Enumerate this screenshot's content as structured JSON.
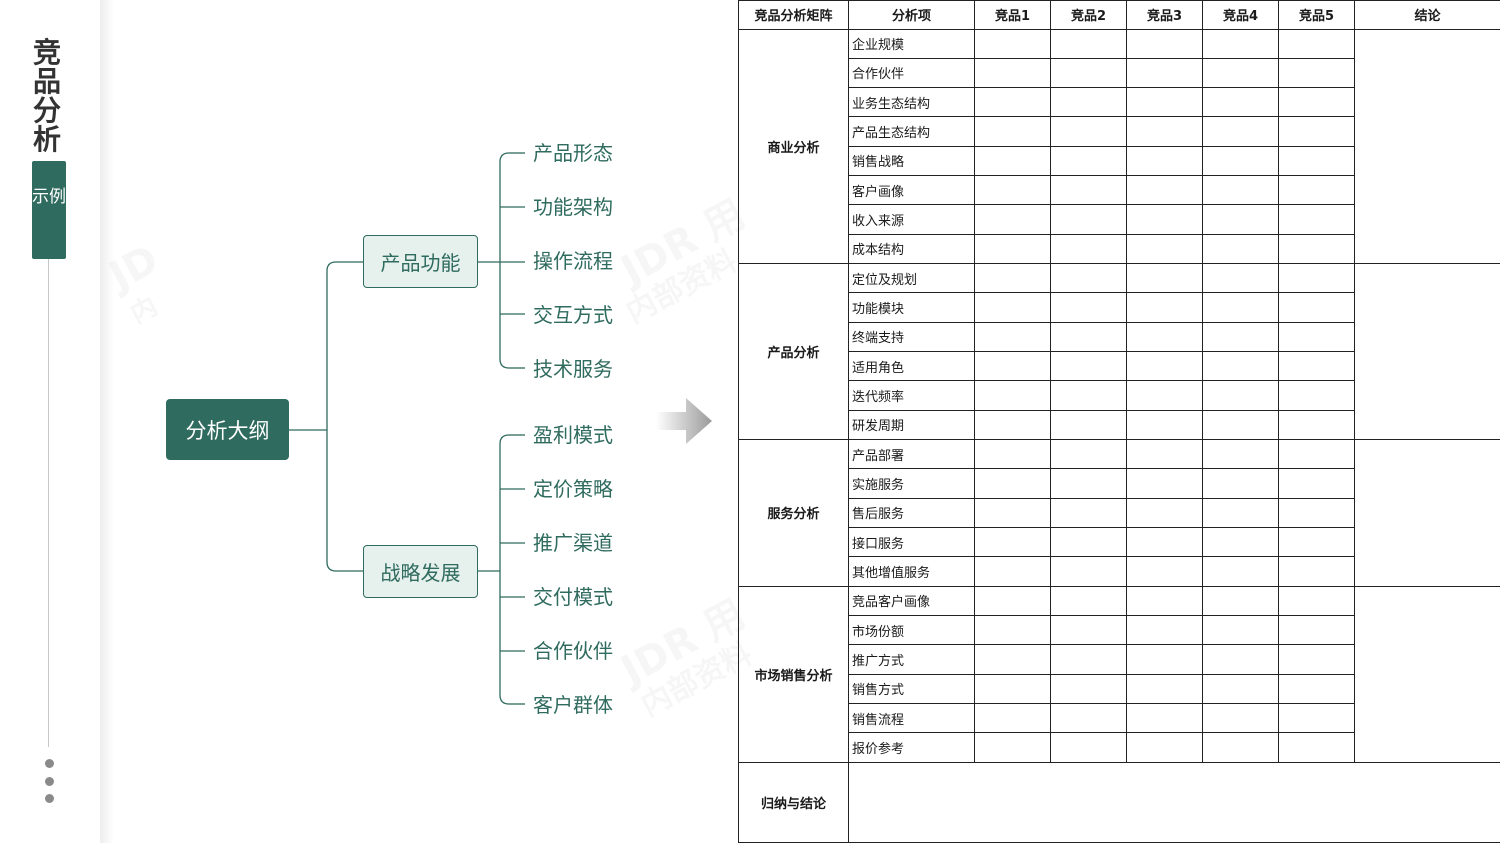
{
  "sidebar": {
    "title": "竞品分析",
    "badge": "示例"
  },
  "mindmap": {
    "root": "分析大纲",
    "branches": [
      {
        "label": "产品功能",
        "leaves": [
          "产品形态",
          "功能架构",
          "操作流程",
          "交互方式",
          "技术服务"
        ]
      },
      {
        "label": "战略发展",
        "leaves": [
          "盈利模式",
          "定价策略",
          "推广渠道",
          "交付模式",
          "合作伙伴",
          "客户群体"
        ]
      }
    ],
    "watermarks": [
      "JDR 用",
      "内部资料",
      "JDR 用",
      "内部资料",
      "JD",
      "内"
    ]
  },
  "matrix": {
    "headers": [
      "竞品分析矩阵",
      "分析项",
      "竞品1",
      "竞品2",
      "竞品3",
      "竞品4",
      "竞品5",
      "结论"
    ],
    "groups": [
      {
        "category": "商业分析",
        "items": [
          "企业规模",
          "合作伙伴",
          "业务生态结构",
          "产品生态结构",
          "销售战略",
          "客户画像",
          "收入来源",
          "成本结构"
        ]
      },
      {
        "category": "产品分析",
        "items": [
          "定位及规划",
          "功能模块",
          "终端支持",
          "适用角色",
          "迭代频率",
          "研发周期"
        ]
      },
      {
        "category": "服务分析",
        "items": [
          "产品部署",
          "实施服务",
          "售后服务",
          "接口服务",
          "其他增值服务"
        ]
      },
      {
        "category": "市场销售分析",
        "items": [
          "竞品客户画像",
          "市场份额",
          "推广方式",
          "销售方式",
          "销售流程",
          "报价参考"
        ]
      }
    ],
    "summary_label": "归纳与结论"
  },
  "colors": {
    "primary": "#2f6b5e",
    "node_fill": "#e6f0ec",
    "border": "#222222"
  }
}
